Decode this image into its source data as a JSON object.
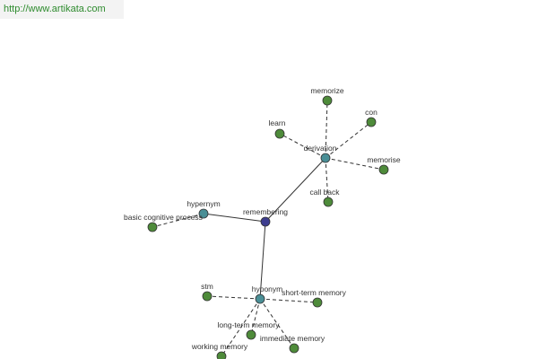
{
  "site": {
    "url_text": "http://www.artikata.com"
  },
  "colors": {
    "center": "#3d3d8f",
    "relation": "#4a8f96",
    "leaf": "#4e8b3a",
    "link_text": "#2e8b2e"
  },
  "graph": {
    "nodes": [
      {
        "id": "remembering",
        "label": "remembering",
        "kind": "center"
      },
      {
        "id": "derivation",
        "label": "derivation",
        "kind": "relation"
      },
      {
        "id": "hypernym",
        "label": "hypernym",
        "kind": "relation"
      },
      {
        "id": "hyponym",
        "label": "hyponym",
        "kind": "relation"
      },
      {
        "id": "memorize",
        "label": "memorize",
        "kind": "leaf"
      },
      {
        "id": "learn",
        "label": "learn",
        "kind": "leaf"
      },
      {
        "id": "con",
        "label": "con",
        "kind": "leaf"
      },
      {
        "id": "memorise",
        "label": "memorise",
        "kind": "leaf"
      },
      {
        "id": "call-back",
        "label": "call back",
        "kind": "leaf"
      },
      {
        "id": "basic-cognitive-process",
        "label": "basic cognitive process",
        "kind": "leaf"
      },
      {
        "id": "stm",
        "label": "stm",
        "kind": "leaf"
      },
      {
        "id": "short-term-memory",
        "label": "short-term memory",
        "kind": "leaf"
      },
      {
        "id": "long-term-memory",
        "label": "long-term memory",
        "kind": "leaf"
      },
      {
        "id": "immediate-memory",
        "label": "immediate memory",
        "kind": "leaf"
      },
      {
        "id": "working-memory",
        "label": "working memory",
        "kind": "leaf"
      }
    ],
    "edges": [
      {
        "from": "remembering",
        "to": "derivation",
        "style": "solid"
      },
      {
        "from": "remembering",
        "to": "hypernym",
        "style": "solid"
      },
      {
        "from": "remembering",
        "to": "hyponym",
        "style": "solid"
      },
      {
        "from": "derivation",
        "to": "memorize",
        "style": "dashed"
      },
      {
        "from": "derivation",
        "to": "learn",
        "style": "dashed"
      },
      {
        "from": "derivation",
        "to": "con",
        "style": "dashed"
      },
      {
        "from": "derivation",
        "to": "memorise",
        "style": "dashed"
      },
      {
        "from": "derivation",
        "to": "call-back",
        "style": "dashed"
      },
      {
        "from": "hypernym",
        "to": "basic-cognitive-process",
        "style": "dashed"
      },
      {
        "from": "hyponym",
        "to": "stm",
        "style": "dashed"
      },
      {
        "from": "hyponym",
        "to": "short-term-memory",
        "style": "dashed"
      },
      {
        "from": "hyponym",
        "to": "long-term-memory",
        "style": "dashed"
      },
      {
        "from": "hyponym",
        "to": "immediate-memory",
        "style": "dashed"
      },
      {
        "from": "hyponym",
        "to": "working-memory",
        "style": "dashed"
      }
    ]
  }
}
